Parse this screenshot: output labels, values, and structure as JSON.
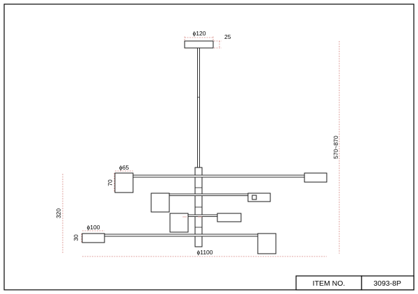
{
  "drawing": {
    "dimensions": {
      "canopy_diameter": "ϕ120",
      "canopy_height": "25",
      "hanging_height": "570~870",
      "shade_diameter": "ϕ65",
      "shade_length": "70",
      "body_height": "320",
      "arm_tip_diameter": "ϕ100",
      "arm_tip_height": "30",
      "overall_diameter": "ϕ1100"
    },
    "title_block": {
      "label": "ITEM NO.",
      "value": "3093-8P"
    }
  }
}
